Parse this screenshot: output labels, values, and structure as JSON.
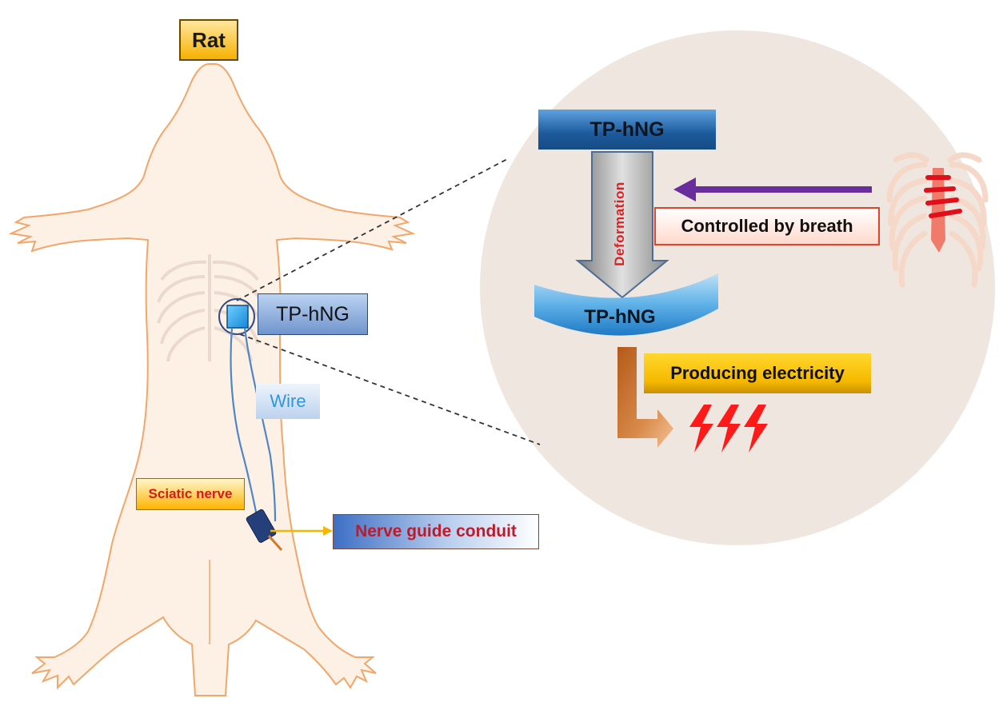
{
  "labels": {
    "rat": "Rat",
    "tphng_implant": "TP-hNG",
    "wire": "Wire",
    "sciatic_nerve": "Sciatic nerve",
    "nerve_guide_conduit": "Nerve guide conduit",
    "tphng_top": "TP-hNG",
    "tphng_bent": "TP-hNG",
    "deformation": "Deformation",
    "controlled_by_breath": "Controlled by breath",
    "producing_electricity": "Producing electricity"
  },
  "colors": {
    "rat_body_fill": "#fdf1e6",
    "rat_outline": "#f2a66a",
    "zoom_circle": "#efe5df",
    "breath_arrow": "#6a2d9c",
    "wire": "#4f86c6",
    "lightning": "#ff1a1a",
    "output_arrow": "#d2691e"
  }
}
